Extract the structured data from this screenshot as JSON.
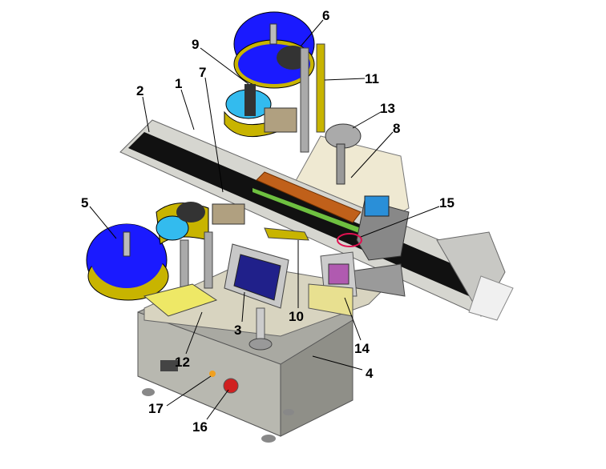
{
  "title": "Labeling machine parts diagram",
  "callouts": [
    {
      "number": "1"
    },
    {
      "number": "2"
    },
    {
      "number": "3"
    },
    {
      "number": "4"
    },
    {
      "number": "5"
    },
    {
      "number": "6"
    },
    {
      "number": "7"
    },
    {
      "number": "8"
    },
    {
      "number": "9"
    },
    {
      "number": "10"
    },
    {
      "number": "11"
    },
    {
      "number": "12"
    },
    {
      "number": "13"
    },
    {
      "number": "14"
    },
    {
      "number": "15"
    },
    {
      "number": "16"
    },
    {
      "number": "17"
    }
  ],
  "colors": {
    "reel": "#1a1aff",
    "label_band": "#c8b400",
    "belt": "#111111",
    "cabinet": "#a8a8a0",
    "guide": "#c0601a",
    "screen": "#20208a"
  }
}
